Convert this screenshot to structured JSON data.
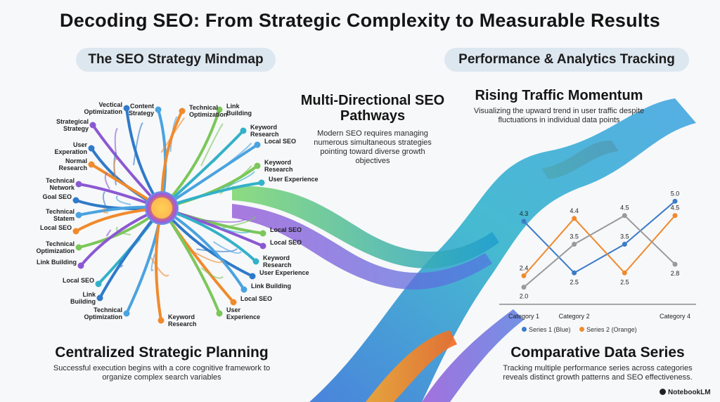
{
  "title": "Decoding SEO: From Strategic Complexity to Measurable Results",
  "left_panel": {
    "pill": "The SEO Strategy Mindmap",
    "footer_heading": "Centralized Strategic Planning",
    "footer_text": "Successful execution begins with a core cognitive framework to organize complex search variables"
  },
  "right_panel": {
    "pill": "Performance & Analytics Tracking",
    "trend_heading": "Rising Traffic Momentum",
    "trend_text": "Visualizing the upward trend in user traffic despite fluctuations in individual data points",
    "footer_heading": "Comparative Data Series",
    "footer_text": "Tracking multiple performance series across categories reveals distinct growth patterns and SEO effectiveness."
  },
  "middle": {
    "heading": "Multi-Directional SEO Pathways",
    "text": "Modern SEO requires managing numerous simultaneous strategies pointing toward diverse growth objectives"
  },
  "mindmap_labels": [
    "Vectical\nOptimization",
    "Content\nStrategy",
    "Technical\nOptimization",
    "Link\nBuilding",
    "Strategical\nStrategy",
    "Keyword\nResearch",
    "User\nExperation",
    "Local SEO",
    "Normal\nResearch",
    "Keyword\nResearch",
    "Technical\nNetwork",
    "User Experience",
    "Goal SEO",
    "Technical\nStatem",
    "Local SEO",
    "Technical\nOptimization",
    "Link Building",
    "Local SEO",
    "Link\nBuilding",
    "Technical\nOptimization",
    "Keyword\nResearch",
    "Local SEO",
    "Local SEO",
    "Keyword\nResearch",
    "User Experience",
    "Link Building",
    "Local SEO",
    "User\nExperience"
  ],
  "chart_data": {
    "type": "line",
    "categories": [
      "Category 1",
      "Category 2",
      "",
      "Category 4"
    ],
    "series": [
      {
        "name": "Series 1 (Blue)",
        "color": "#3b7bc8",
        "values": [
          4.3,
          2.5,
          3.5,
          5.0
        ]
      },
      {
        "name": "Series 2 (Orange)",
        "color": "#f08a2c",
        "values": [
          2.4,
          4.4,
          2.5,
          4.5
        ]
      },
      {
        "name": "",
        "color": "#9a9a9a",
        "values": [
          2.0,
          3.5,
          4.5,
          2.8
        ]
      }
    ],
    "ylim": [
      1.6,
      5.4
    ]
  },
  "branding": "NotebookLM"
}
